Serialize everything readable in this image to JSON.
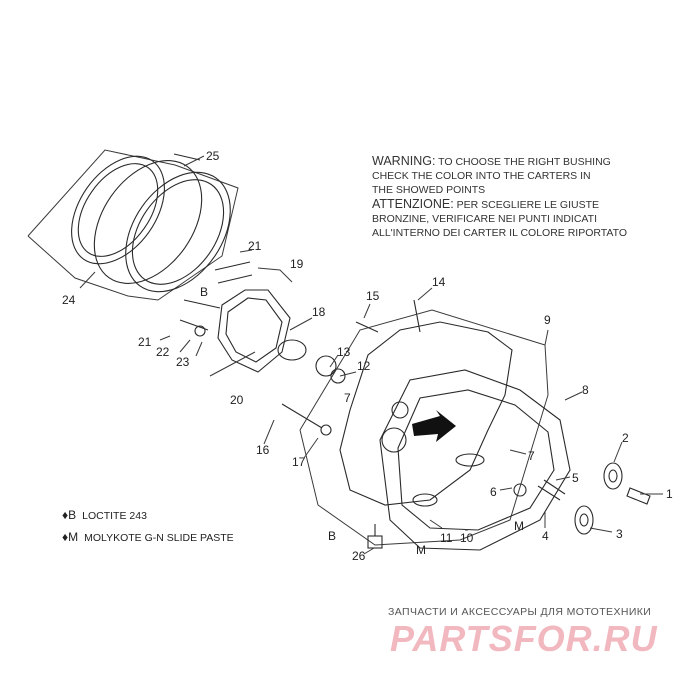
{
  "warning": {
    "en_heading": "WARNING:",
    "en_l1": "TO CHOOSE THE RIGHT BUSHING",
    "en_l2": "CHECK THE COLOR INTO THE CARTERS IN",
    "en_l3": "THE SHOWED POINTS",
    "it_heading": "ATTENZIONE:",
    "it_l1": "PER SCEGLIERE LE GIUSTE",
    "it_l2": "BRONZINE, VERIFICARE NEI PUNTI INDICATI",
    "it_l3": "ALL'INTERNO DEI CARTER IL COLORE RIPORTATO"
  },
  "legend": {
    "b_symbol": "♦B",
    "b_text": "LOCTITE 243",
    "m_symbol": "♦M",
    "m_text": "MOLYKOTE G-N SLIDE PASTE"
  },
  "watermark": {
    "tagline": "ЗАПЧАСТИ И АКСЕССУАРЫ ДЛЯ МОТОТЕХНИКИ",
    "logo": "PARTSFOR.RU"
  },
  "callouts": {
    "c1": "1",
    "c2": "2",
    "c3": "3",
    "c4": "4",
    "c5": "5",
    "c6": "6",
    "c7a": "7",
    "c7b": "7",
    "c8": "8",
    "c9": "9",
    "c10": "10",
    "c11": "11",
    "c12": "12",
    "c13": "13",
    "c14": "14",
    "c15": "15",
    "c16": "16",
    "c17": "17",
    "c18": "18",
    "c19": "19",
    "c20": "20",
    "c21a": "21",
    "c21b": "21",
    "c22": "22",
    "c23": "23",
    "c24": "24",
    "c25": "25",
    "c26": "26",
    "mB1": "B",
    "mB2": "B",
    "mM1": "M",
    "mM2": "M"
  },
  "colors": {
    "line": "#3a3a3a",
    "watermark": "#f2b8bf"
  }
}
